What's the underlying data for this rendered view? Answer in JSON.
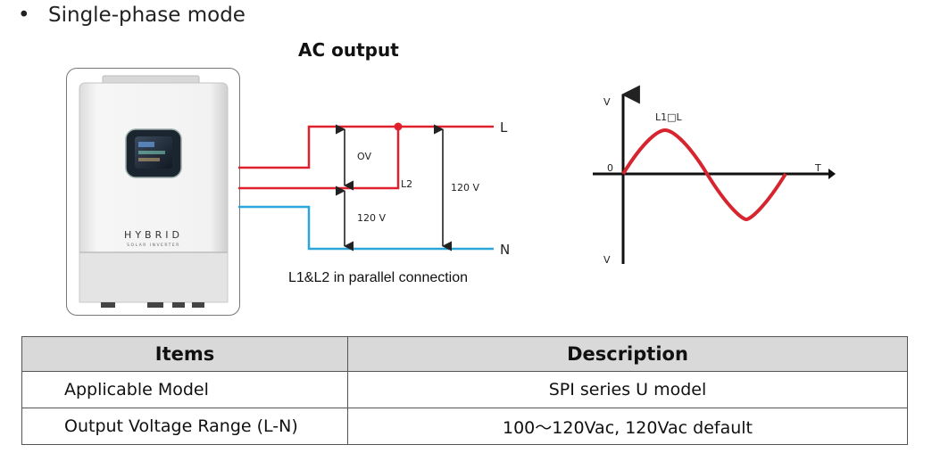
{
  "bullet": {
    "symbol": "•",
    "text": "Single-phase mode"
  },
  "diagram": {
    "title": "AC output",
    "inverter_brand": "HYBRID",
    "inverter_subtitle": "SOLAR INVERTER",
    "line_L": "L",
    "line_N": "N",
    "line_L2": "L2",
    "label_0v": "OV",
    "label_120v_left": "120 V",
    "label_120v_right": "120 V",
    "caption": "L1&L2 in parallel connection",
    "colors": {
      "live": "#e0202c",
      "neutral": "#2aa7d8",
      "wave": "#d6252e"
    }
  },
  "waveform": {
    "y_label_top": "V",
    "y_label_bottom": "V",
    "origin_label": "0",
    "x_label": "T",
    "curve_label": "L1□L"
  },
  "table": {
    "headers": [
      "Items",
      "Description"
    ],
    "rows": [
      {
        "item": "Applicable Model",
        "description": "SPI series U model"
      },
      {
        "item": "Output Voltage Range (L-N)",
        "description": "100～120Vac, 120Vac default"
      }
    ]
  }
}
